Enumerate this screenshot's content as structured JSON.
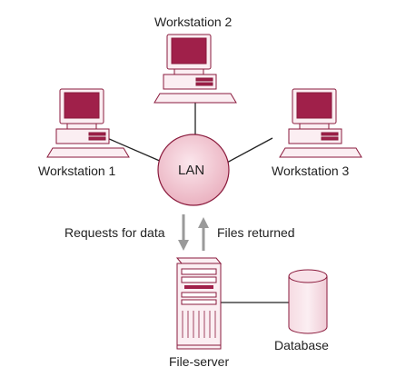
{
  "hub": {
    "label": "LAN"
  },
  "workstations": [
    {
      "label": "Workstation 1"
    },
    {
      "label": "Workstation 2"
    },
    {
      "label": "Workstation 3"
    }
  ],
  "flows": {
    "request_label": "Requests for data",
    "return_label": "Files returned"
  },
  "server": {
    "label": "File-server"
  },
  "database": {
    "label": "Database"
  },
  "colors": {
    "screen": "#a0204a",
    "device_fill": "#fbeef2",
    "outline": "#8a1a3c",
    "lan_fill": "#f2c8d2",
    "line": "#222222",
    "arrow": "#9a9a9a"
  }
}
